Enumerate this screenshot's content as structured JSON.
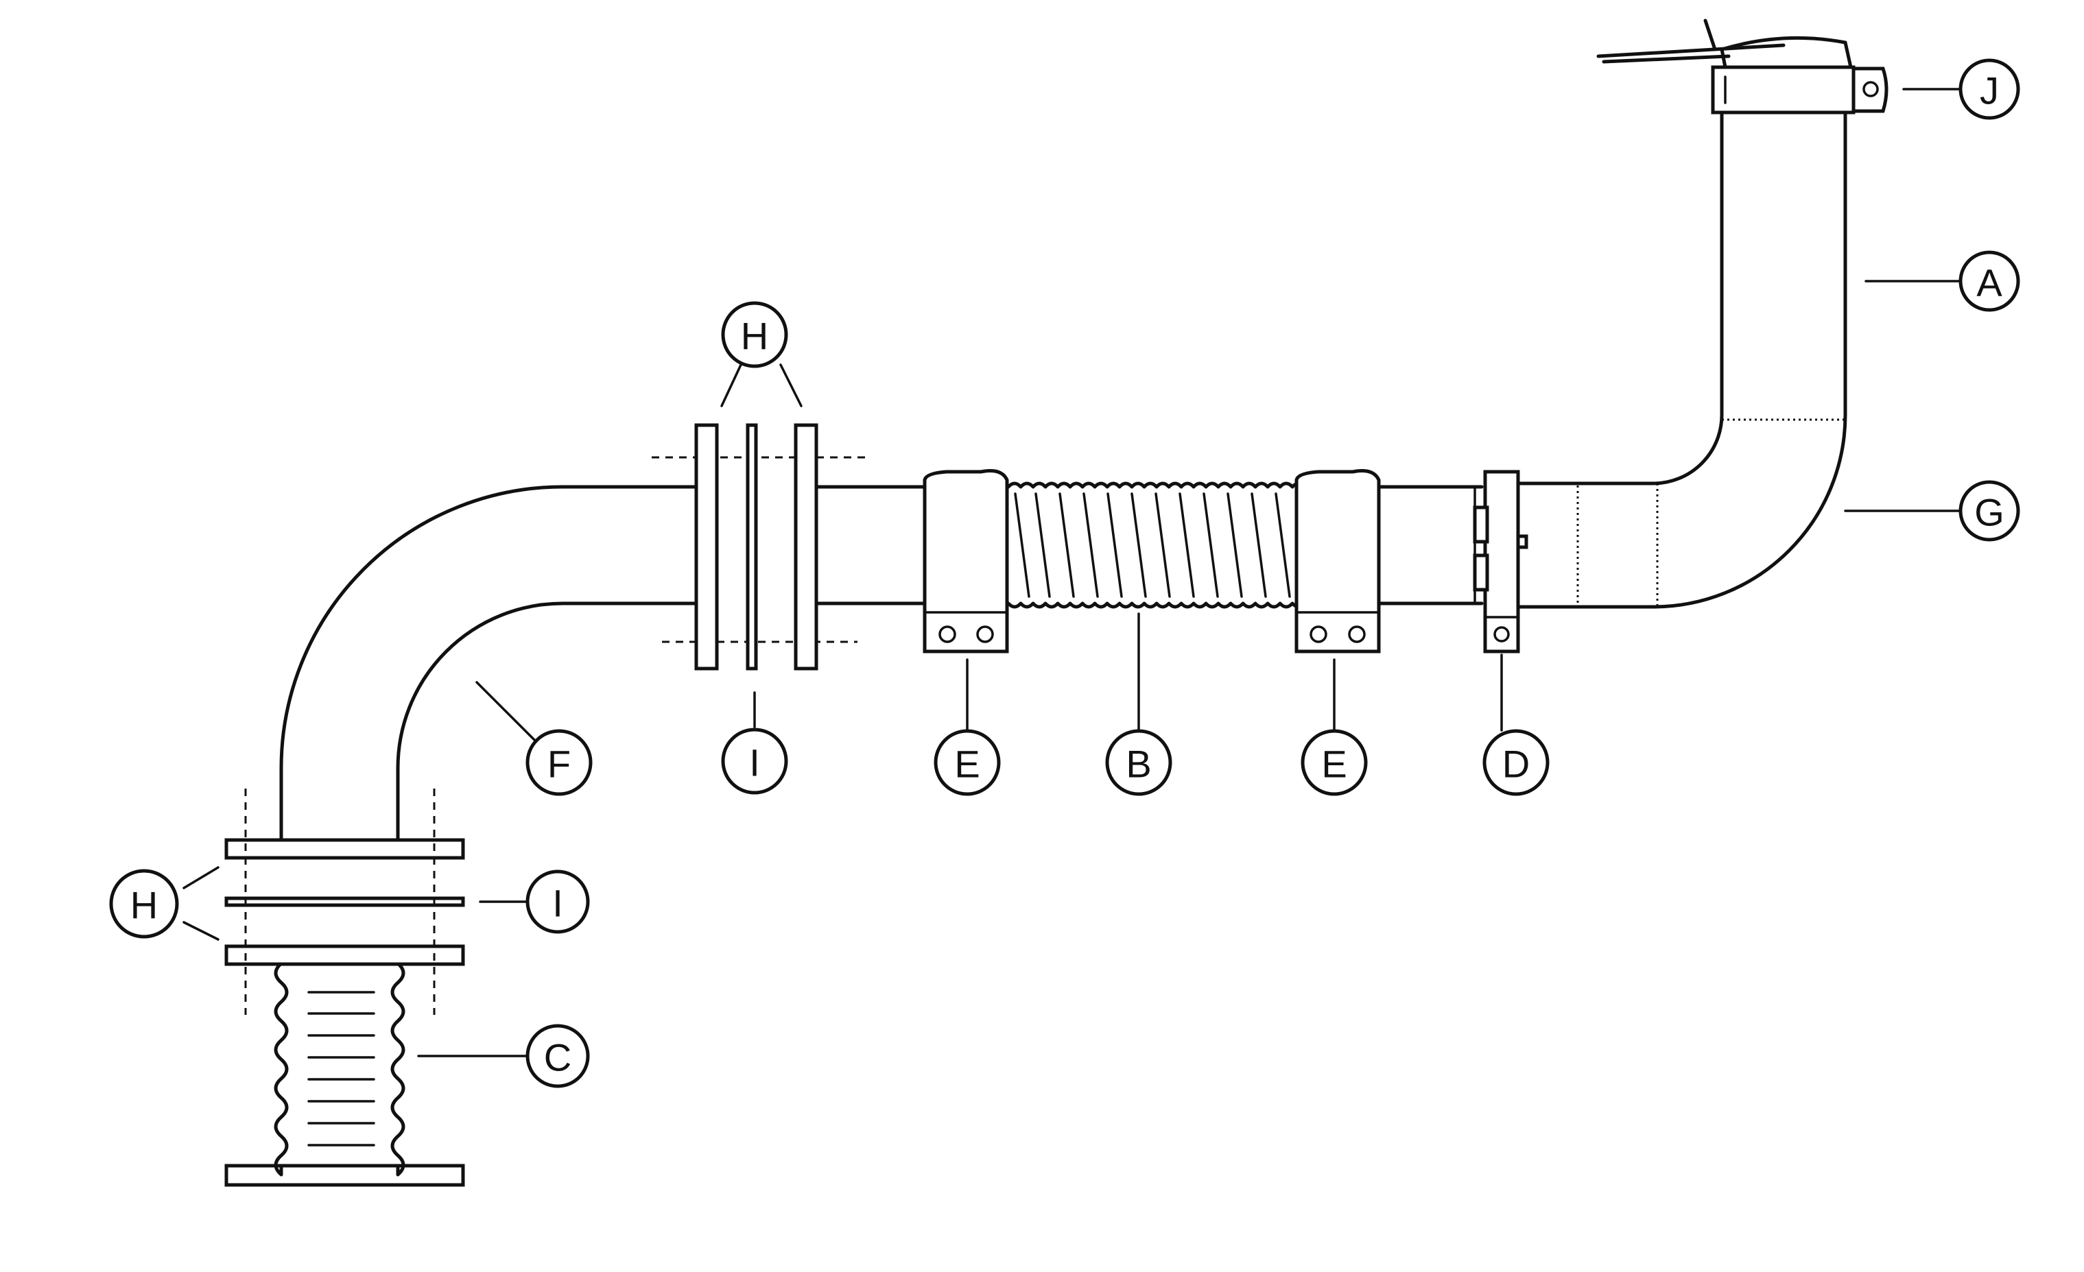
{
  "labels": {
    "J": "J",
    "A": "A",
    "G": "G",
    "H_top": "H",
    "I_top": "I",
    "E_left": "E",
    "B": "B",
    "E_right": "E",
    "D": "D",
    "F": "F",
    "H_bottom": "H",
    "I_bottom": "I",
    "C": "C"
  },
  "components": [
    "vertical-pipe",
    "flexible-corrugated-hose",
    "bellows-expansion-joint",
    "single-bolt-clamp",
    "double-bolt-clamp",
    "lower-elbow",
    "upper-elbow",
    "flange",
    "gasket",
    "flap-cap-clamp"
  ]
}
